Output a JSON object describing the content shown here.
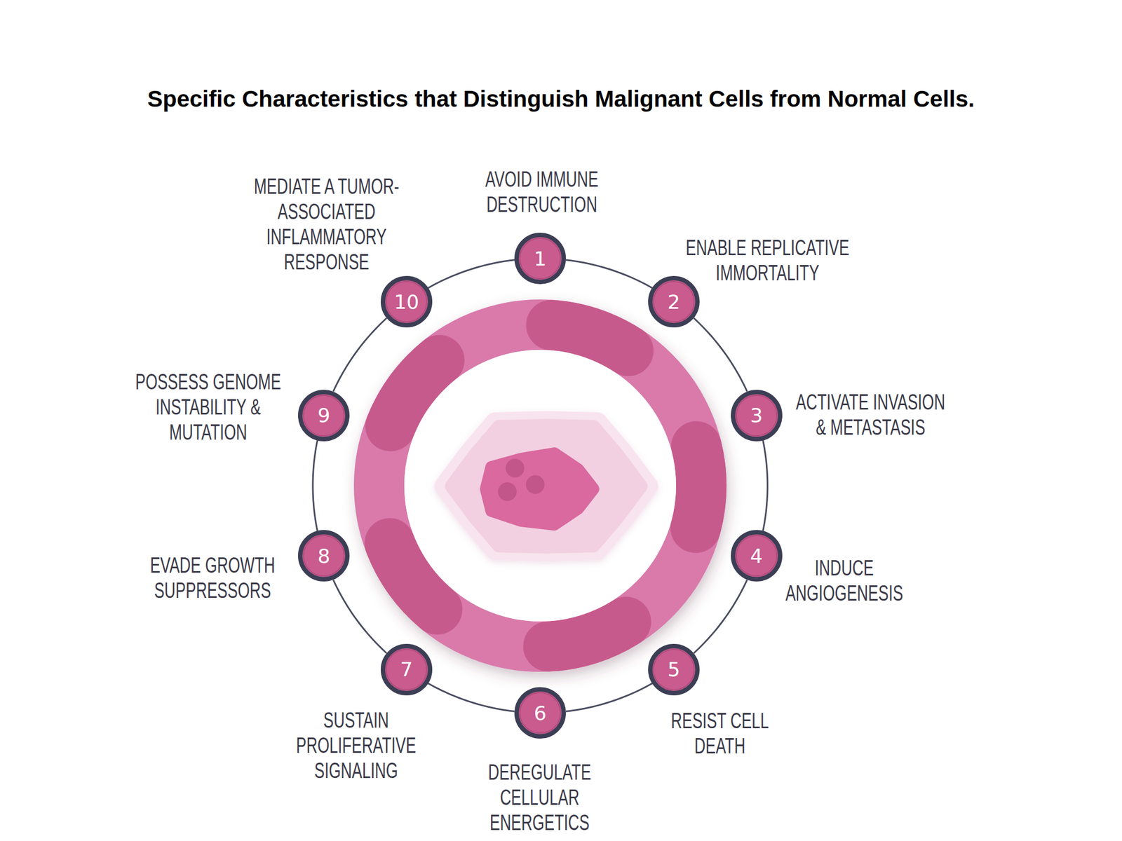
{
  "diagram": {
    "title": "Specific Characteristics that Distinguish Malignant Cells from Normal Cells.",
    "nodes": [
      {
        "text": [
          "1",
          "AVOID IMMUNE DESTRUCTION"
        ]
      },
      {
        "text": [
          "2",
          "ENABLE REPLICATIVE IMMORTALITY"
        ]
      },
      {
        "text": [
          "3",
          "ACTIVATE INVASION & METASTASIS"
        ]
      },
      {
        "text": [
          "4",
          "INDUCE ANGIOGENESIS"
        ]
      },
      {
        "text": [
          "5",
          "RESIST CELL DEATH"
        ]
      },
      {
        "text": [
          "6",
          "DEREGULATE CELLULAR ENERGETICS"
        ]
      },
      {
        "text": [
          "7",
          "SUSTAIN PROLIFERATIVE SIGNALING"
        ]
      },
      {
        "text": [
          "8",
          "EVADE GROWTH SUPPRESSORS"
        ]
      },
      {
        "text": [
          "9",
          "POSSESS GENOME INSTABILITY & MUTATION"
        ]
      },
      {
        "text": [
          "10",
          "MEDIATE A TUMOR-ASSOCIATED INFLAMMATORY RESPONSE"
        ]
      }
    ],
    "edges": [
      {
        "from": 0,
        "to": 1,
        "arrow": "none"
      },
      {
        "from": 1,
        "to": 2,
        "arrow": "none"
      },
      {
        "from": 2,
        "to": 3,
        "arrow": "none"
      },
      {
        "from": 3,
        "to": 4,
        "arrow": "none"
      },
      {
        "from": 4,
        "to": 5,
        "arrow": "none"
      },
      {
        "from": 5,
        "to": 6,
        "arrow": "none"
      },
      {
        "from": 6,
        "to": 7,
        "arrow": "none"
      },
      {
        "from": 7,
        "to": 8,
        "arrow": "none"
      },
      {
        "from": 8,
        "to": 9,
        "arrow": "none"
      },
      {
        "from": 9,
        "to": 0,
        "arrow": "none"
      }
    ]
  }
}
